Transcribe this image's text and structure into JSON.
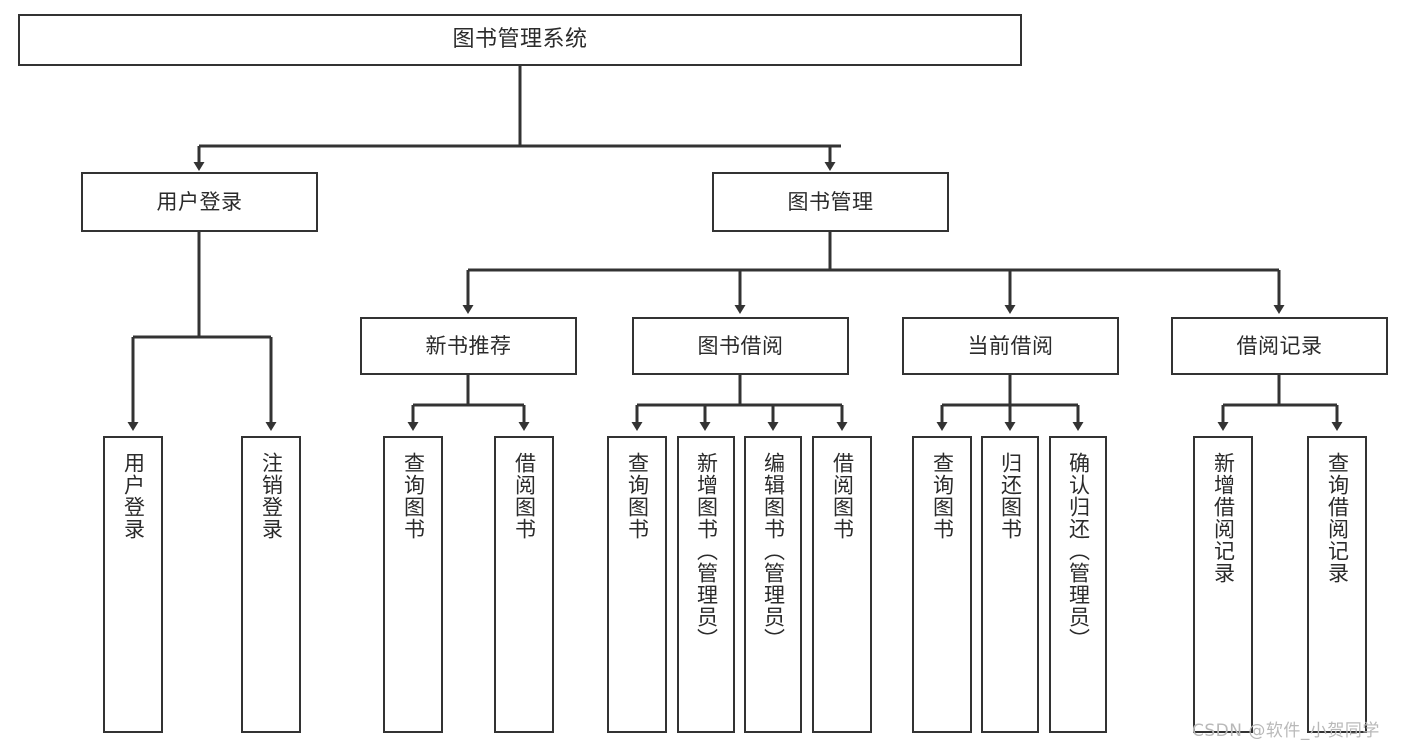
{
  "diagram": {
    "title": "图书管理系统",
    "type": "tree",
    "watermark": "CSDN @软件_小贺同学",
    "colors": {
      "box_border": "#333333",
      "box_fill": "#ffffff",
      "edge": "#333333",
      "text": "#2b2b2b",
      "watermark": "#b9b9b9",
      "background": "#ffffff"
    },
    "nodes": {
      "root": {
        "label": "图书管理系统"
      },
      "level1": [
        {
          "id": "user-login",
          "label": "用户登录"
        },
        {
          "id": "book-manage",
          "label": "图书管理"
        }
      ],
      "level2": [
        {
          "id": "new-book-rec",
          "label": "新书推荐",
          "parent": "book-manage"
        },
        {
          "id": "book-borrow",
          "label": "图书借阅",
          "parent": "book-manage"
        },
        {
          "id": "current-borrow",
          "label": "当前借阅",
          "parent": "book-manage"
        },
        {
          "id": "borrow-record",
          "label": "借阅记录",
          "parent": "book-manage"
        }
      ],
      "leaves": [
        {
          "id": "leaf-user-login",
          "label": "用户登录",
          "parent": "user-login"
        },
        {
          "id": "leaf-user-logout",
          "label": "注销登录",
          "parent": "user-login"
        },
        {
          "id": "leaf-query-book-1",
          "label": "查询图书",
          "parent": "new-book-rec"
        },
        {
          "id": "leaf-borrow-book-1",
          "label": "借阅图书",
          "parent": "new-book-rec"
        },
        {
          "id": "leaf-query-book-2",
          "label": "查询图书",
          "parent": "book-borrow"
        },
        {
          "id": "leaf-add-book",
          "label": "新增图书（管理员）",
          "parent": "book-borrow"
        },
        {
          "id": "leaf-edit-book",
          "label": "编辑图书（管理员）",
          "parent": "book-borrow"
        },
        {
          "id": "leaf-borrow-book-2",
          "label": "借阅图书",
          "parent": "book-borrow"
        },
        {
          "id": "leaf-query-book-3",
          "label": "查询图书",
          "parent": "current-borrow"
        },
        {
          "id": "leaf-return-book",
          "label": "归还图书",
          "parent": "current-borrow"
        },
        {
          "id": "leaf-confirm-return",
          "label": "确认归还（管理员）",
          "parent": "current-borrow"
        },
        {
          "id": "leaf-add-record",
          "label": "新增借阅记录",
          "parent": "borrow-record"
        },
        {
          "id": "leaf-query-record",
          "label": "查询借阅记录",
          "parent": "borrow-record"
        }
      ]
    }
  }
}
